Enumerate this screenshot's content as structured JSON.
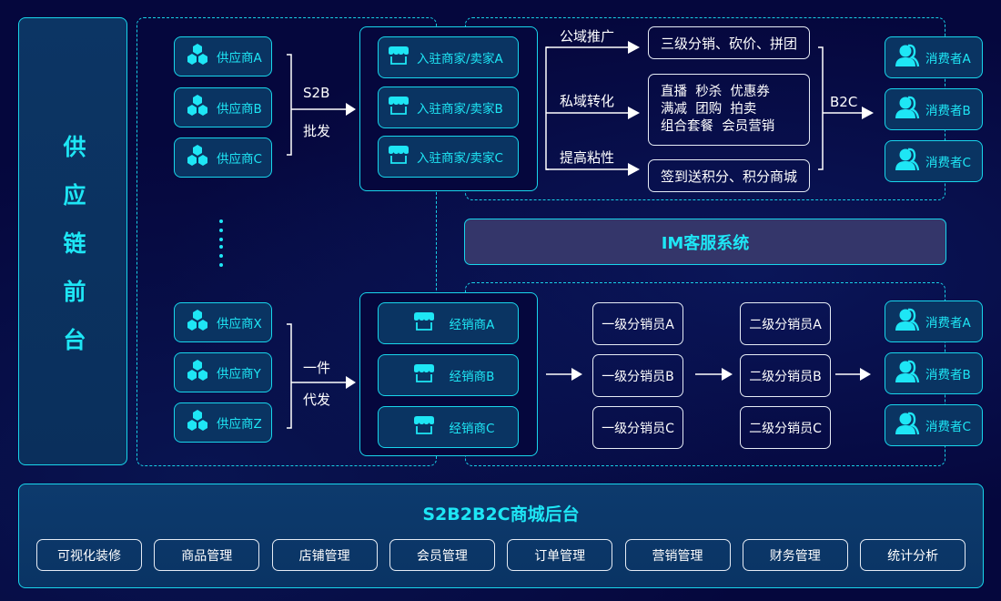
{
  "colors": {
    "accent": "#1ee6f5",
    "border": "#18d6ec",
    "background": "#05073d",
    "card": "#0a3462",
    "im_bar": "#34366a"
  },
  "left_panel": {
    "title": "供应链前台"
  },
  "top_section": {
    "suppliers": [
      {
        "label": "供应商A",
        "icon": "hexagon-cluster-icon"
      },
      {
        "label": "供应商B",
        "icon": "hexagon-cluster-icon"
      },
      {
        "label": "供应商C",
        "icon": "hexagon-cluster-icon"
      }
    ],
    "flow_label_1": "S2B",
    "flow_label_2": "批发",
    "sellers": [
      {
        "label": "入驻商家/卖家A",
        "icon": "storefront-icon"
      },
      {
        "label": "入驻商家/卖家B",
        "icon": "storefront-icon"
      },
      {
        "label": "入驻商家/卖家C",
        "icon": "storefront-icon"
      }
    ],
    "channels": [
      {
        "label": "公域推广",
        "box": [
          "三级分销、砍价、拼团"
        ]
      },
      {
        "label": "私域转化",
        "box": [
          "直播  秒杀  优惠券",
          "满减  团购  拍卖",
          "组合套餐  会员营销"
        ]
      },
      {
        "label": "提高粘性",
        "box": [
          "签到送积分、积分商城"
        ]
      }
    ],
    "b2c_label": "B2C",
    "consumers": [
      {
        "label": "消费者A",
        "icon": "users-icon"
      },
      {
        "label": "消费者B",
        "icon": "users-icon"
      },
      {
        "label": "消费者C",
        "icon": "users-icon"
      }
    ]
  },
  "im_system": {
    "label": "IM客服系统"
  },
  "bottom_section": {
    "suppliers": [
      {
        "label": "供应商X",
        "icon": "hexagon-cluster-icon"
      },
      {
        "label": "供应商Y",
        "icon": "hexagon-cluster-icon"
      },
      {
        "label": "供应商Z",
        "icon": "hexagon-cluster-icon"
      }
    ],
    "flow_label_1": "一件",
    "flow_label_2": "代发",
    "distributors": [
      {
        "label": "经销商A",
        "icon": "storefront-icon"
      },
      {
        "label": "经销商B",
        "icon": "storefront-icon"
      },
      {
        "label": "经销商C",
        "icon": "storefront-icon"
      }
    ],
    "level1": [
      "一级分销员A",
      "一级分销员B",
      "一级分销员C"
    ],
    "level2": [
      "二级分销员A",
      "二级分销员B",
      "二级分销员C"
    ],
    "consumers": [
      {
        "label": "消费者A",
        "icon": "users-icon"
      },
      {
        "label": "消费者B",
        "icon": "users-icon"
      },
      {
        "label": "消费者C",
        "icon": "users-icon"
      }
    ]
  },
  "backend": {
    "title": "S2B2B2C商城后台",
    "modules": [
      "可视化装修",
      "商品管理",
      "店铺管理",
      "会员管理",
      "订单管理",
      "营销管理",
      "财务管理",
      "统计分析"
    ]
  }
}
